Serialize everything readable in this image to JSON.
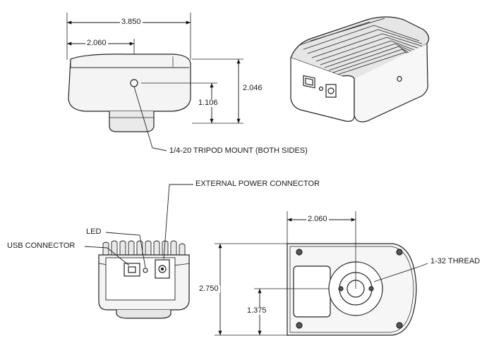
{
  "top_front": {
    "overall_width": "3.850",
    "mount_offset_width": "2.060",
    "overall_height": "2.046",
    "mount_height": "1.106",
    "tripod_label": "1/4-20 TRIPOD MOUNT (BOTH SIDES)"
  },
  "rear_view": {
    "power_label": "EXTERNAL POWER CONNECTOR",
    "led_label": "LED",
    "usb_label": "USB CONNECTOR"
  },
  "bottom_view": {
    "thread_offset_width": "2.060",
    "overall_depth": "2.750",
    "thread_offset_depth": "1.375",
    "thread_label": "1-32 THREAD"
  }
}
